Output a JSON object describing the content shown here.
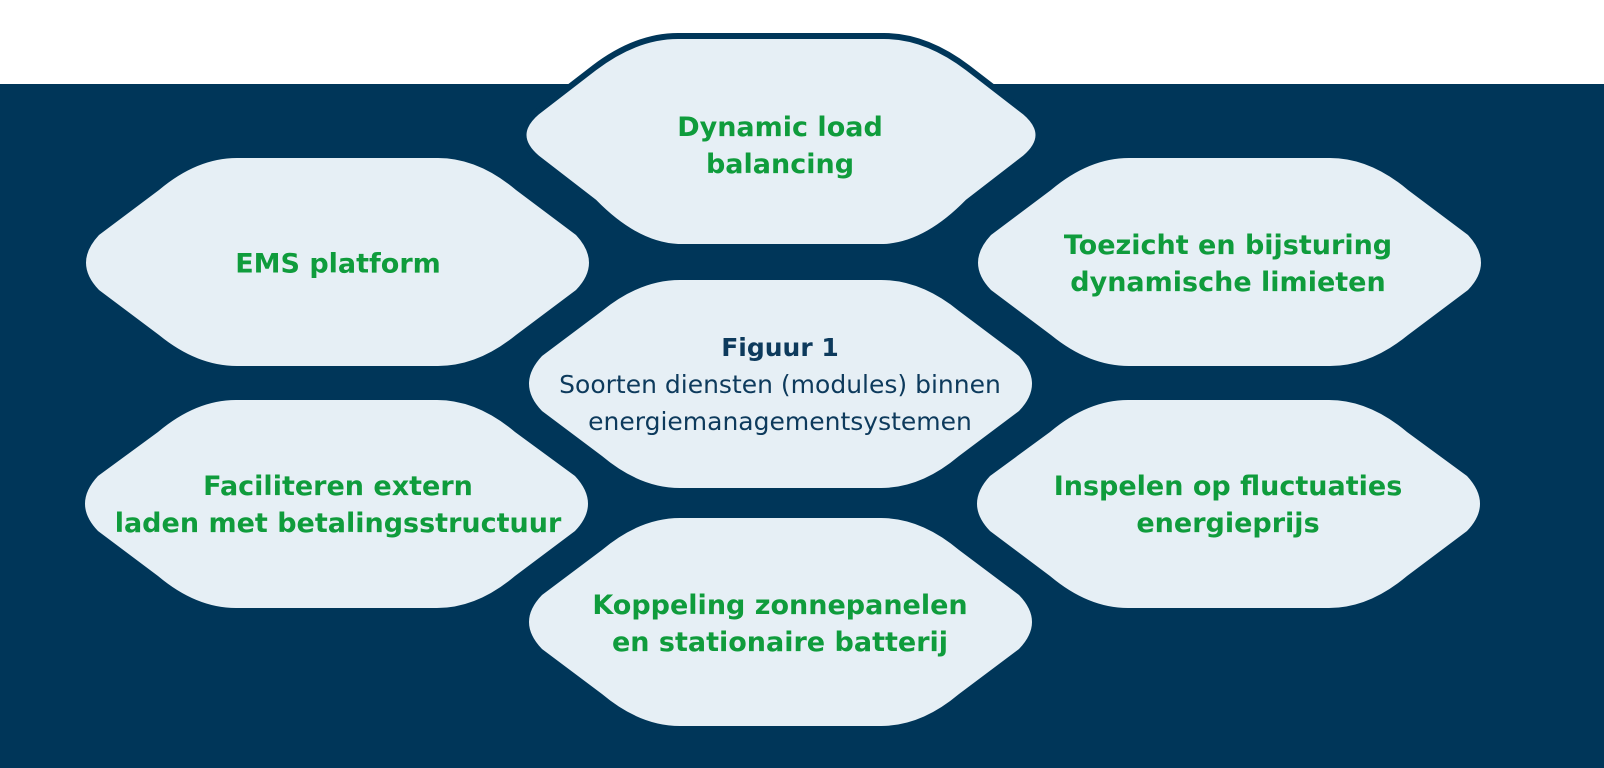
{
  "colors": {
    "background": "#003659",
    "hexagon_fill": "#e6eff5",
    "hexagon_outline": "#003659",
    "label_green": "#0f9c3c",
    "figure_text": "#0d3a5c"
  },
  "figure": {
    "title": "Figuur 1",
    "subtitle_line1": "Soorten diensten (modules) binnen",
    "subtitle_line2": "energiemanagementsystemen"
  },
  "modules": {
    "top": {
      "line1": "Dynamic load",
      "line2": "balancing"
    },
    "upper_left": {
      "line1": "EMS platform"
    },
    "upper_right": {
      "line1": "Toezicht en bijsturing",
      "line2": "dynamische limieten"
    },
    "lower_left": {
      "line1": "Faciliteren extern",
      "line2": "laden met betalingsstructuur"
    },
    "lower_right": {
      "line1": "Inspelen op fluctuaties",
      "line2": "energieprijs"
    },
    "bottom": {
      "line1": "Koppeling zonnepanelen",
      "line2": "en stationaire batterij"
    }
  }
}
